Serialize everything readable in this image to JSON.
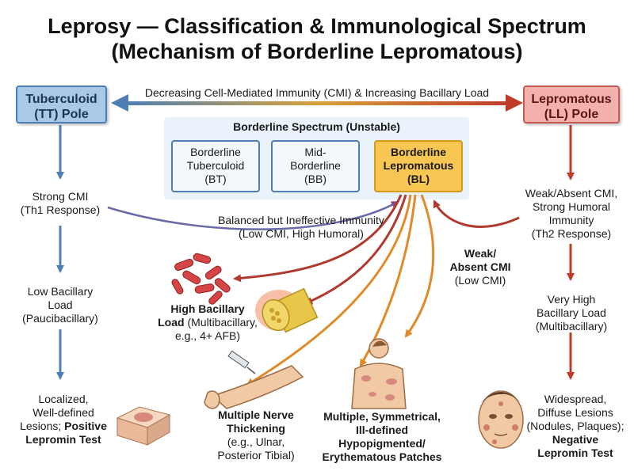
{
  "title_line1": "Leprosy — Classification & Immunological Spectrum",
  "title_line2": "(Mechanism of Borderline Lepromatous)",
  "top_arrow_label": "Decreasing Cell-Mediated Immunity (CMI) & Increasing Bacillary Load",
  "tt_pole": {
    "line1": "Tuberculoid",
    "line2": "(TT) Pole"
  },
  "ll_pole": {
    "line1": "Lepromatous",
    "line2": "(LL) Pole"
  },
  "spectrum": {
    "title": "Borderline Spectrum (Unstable)",
    "bt": [
      "Borderline",
      "Tuberculoid",
      "(BT)"
    ],
    "bb": [
      "Mid-",
      "Borderline",
      "(BB)"
    ],
    "bl": [
      "Borderline",
      "Lepromatous",
      "(BL)"
    ]
  },
  "left_column": {
    "strong_cmi": [
      "Strong CMI",
      "(Th1 Response)"
    ],
    "low_load": [
      "Low Bacillary",
      "Load",
      "(Paucibacillary)"
    ],
    "localized": [
      "Localized,",
      "Well-defined",
      "Lesions;"
    ],
    "positive": [
      "Positive",
      "Lepromin Test"
    ]
  },
  "right_column": {
    "weak_cmi": [
      "Weak/Absent CMI,",
      "Strong Humoral",
      "Immunity",
      "(Th2 Response)"
    ],
    "high_load": [
      "Very High",
      "Bacillary Load",
      "(Multibacillary)"
    ],
    "widespread": [
      "Widespread,",
      "Diffuse Lesions",
      "(Nodules, Plaques);"
    ],
    "negative": [
      "Negative",
      "Lepromin Test"
    ]
  },
  "balanced": [
    "Balanced but Ineffective Immunity",
    "(Low CMI, High Humoral)"
  ],
  "weak_absent": {
    "bold1": "Weak/",
    "bold2": "Absent CMI",
    "normal": "(Low CMI)"
  },
  "high_bacillary": {
    "bold1": "High Bacillary",
    "bold2": "Load",
    "rest1": " (Multibacillary,",
    "rest2": "e.g., 4+ AFB)"
  },
  "nerve": {
    "bold1": "Multiple Nerve",
    "bold2": "Thickening",
    "rest1": "(e.g., Ulnar,",
    "rest2": "Posterior Tibial)"
  },
  "patches": [
    "Multiple, Symmetrical,",
    "Ill-defined",
    "Hypopigmented/",
    "Erythematous Patches"
  ],
  "colors": {
    "blue": "#4d7fb5",
    "red": "#c0392b",
    "orange": "#e08a2a",
    "yellow": "#f8c653"
  }
}
